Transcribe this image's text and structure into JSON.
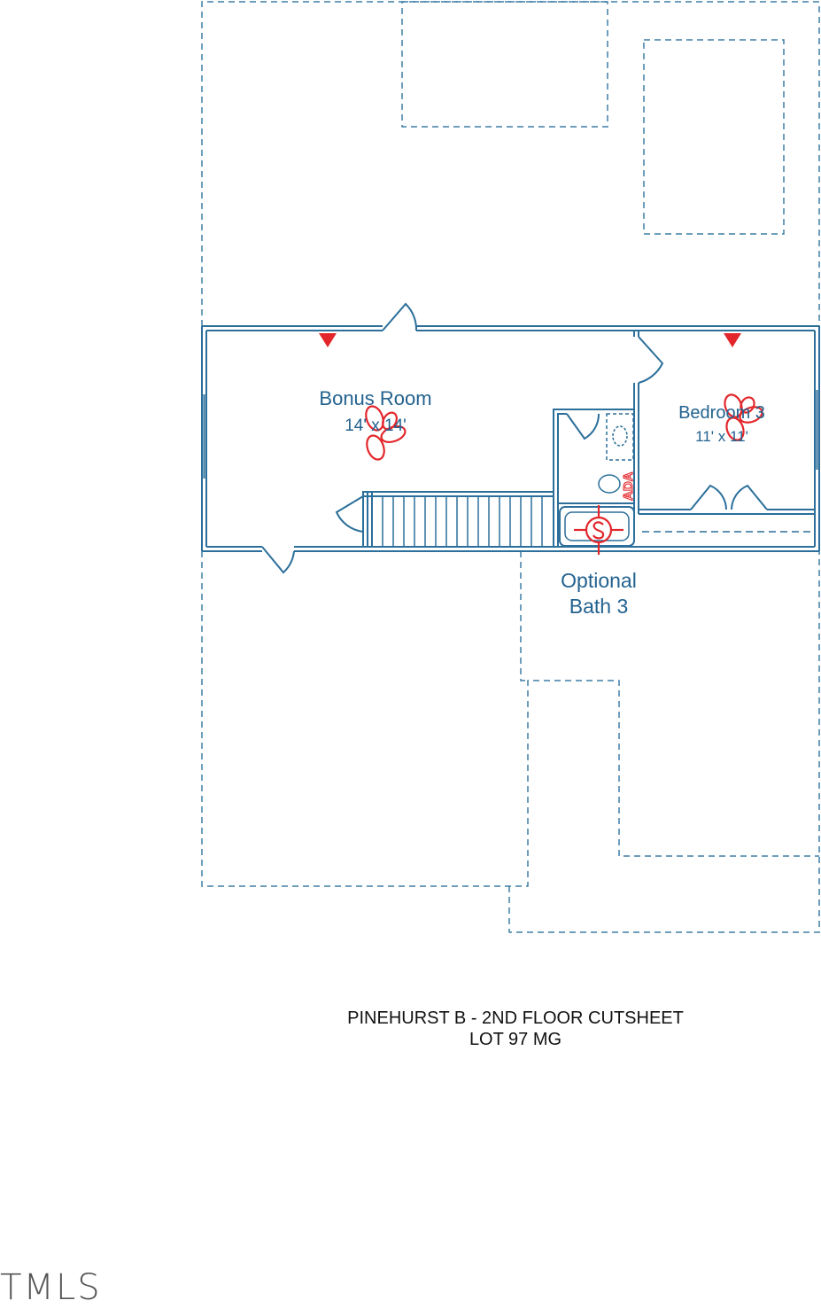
{
  "rooms": {
    "bonus_room": {
      "name": "Bonus Room",
      "dimensions": "14' x 14'"
    },
    "bedroom_3": {
      "name": "Bedroom 3",
      "dimensions": "11' x 11'"
    },
    "optional_bath": {
      "line1": "Optional",
      "line2": "Bath 3"
    }
  },
  "annotations": {
    "ada": "ADA"
  },
  "caption": {
    "line1": "PINEHURST B - 2ND FLOOR CUTSHEET",
    "line2": "LOT 97 MG"
  },
  "watermark": "TMLS",
  "colors": {
    "wall": "#2b6f9a",
    "dashed": "#3f7fa6",
    "label": "#23628f",
    "markup": "#e3262b"
  }
}
